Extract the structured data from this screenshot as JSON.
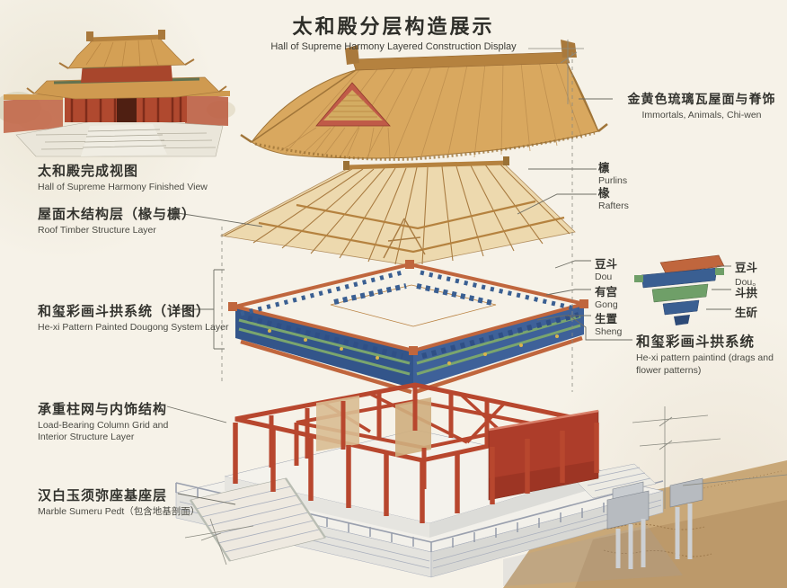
{
  "title": {
    "zh": "太和殿分层构造展示",
    "en": "Hall of Supreme Harmony Layered Construction Display"
  },
  "left_labels": [
    {
      "zh": "太和殿完成视图",
      "en": "Hall of Supreme Harmony Finished View"
    },
    {
      "zh": "屋面木结构层（椽与檩）",
      "en": "Roof Timber Structure Layer"
    },
    {
      "zh": "和玺彩画斗拱系统（详图）",
      "en": "He-xi Pattern Painted Dougong System Layer"
    },
    {
      "zh": "承重柱网与内饰结构",
      "en": "Load-Bearing Column Grid and Interior Structure Layer"
    },
    {
      "zh": "汉白玉须弥座基座层",
      "en": "Marble Sumeru Pedt（包含地基剖面）"
    }
  ],
  "right_labels": {
    "roof": {
      "zh": "金黄色琉璃瓦屋面与脊饰",
      "en": "Immortals, Animals, Chi-wen"
    },
    "purlins": {
      "zh": "檩",
      "en": "Purlins"
    },
    "rafters": {
      "zh": "椽",
      "en": "Rafters"
    },
    "dougong_parts": [
      {
        "zh": "豆斗",
        "en": "Dou"
      },
      {
        "zh": "有宫",
        "en": "Gong"
      },
      {
        "zh": "生置",
        "en": "Sheng"
      }
    ],
    "detail_parts": [
      {
        "zh": "豆斗",
        "en": "Dou。"
      },
      {
        "zh": "斗拱",
        "en": ""
      },
      {
        "zh": "生斫",
        "en": ""
      }
    ],
    "hexi": {
      "zh": "和玺彩画斗拱系统",
      "en": "He-xi pattern paintind (drags and flower patterns)"
    }
  },
  "colors": {
    "paper": "#f6f2e8",
    "ink": "#33332e",
    "roof_gold": "#d9a85f",
    "timber": "#e9d2a2",
    "dougong_blue": "#35578c",
    "dougong_green": "#79a56d",
    "column_red": "#b8472e",
    "wall_red": "#ad3d2a",
    "marble": "#f0efeb",
    "earth": "#c9a878",
    "beam_orange": "#c0663d"
  }
}
